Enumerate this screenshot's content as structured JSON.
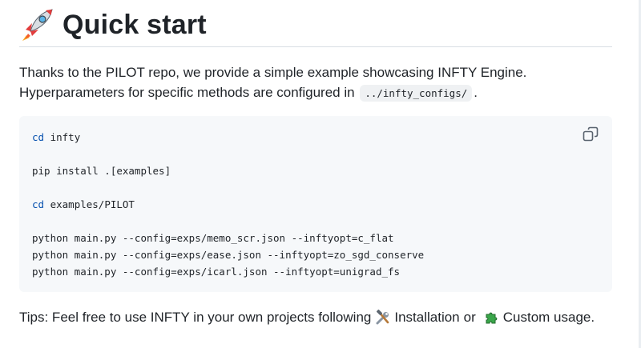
{
  "heading": {
    "title": "Quick start",
    "icon": "rocket-icon"
  },
  "intro": {
    "line1": "Thanks to the PILOT repo, we provide a simple example showcasing INFTY Engine.",
    "line2_prefix": "Hyperparameters for specific methods are configured in",
    "line2_code": "../infty_configs/",
    "line2_suffix": "."
  },
  "code": {
    "lines": [
      {
        "cmd": "cd",
        "args": " infty"
      },
      {
        "cmd": "",
        "args": "pip install .[examples]"
      },
      {
        "cmd": "cd",
        "args": " examples/PILOT"
      },
      {
        "cmd": "",
        "args": "python main.py --config=exps/memo_scr.json --inftyopt=c_flat"
      },
      {
        "cmd": "",
        "args": "python main.py --config=exps/ease.json --inftyopt=zo_sgd_conserve"
      },
      {
        "cmd": "",
        "args": "python main.py --config=exps/icarl.json --inftyopt=unigrad_fs"
      }
    ],
    "copy_icon": "copy-icon"
  },
  "tips": {
    "prefix": "Tips: Feel free to use INFTY in your own projects following",
    "link1": "Installation",
    "middle": "or",
    "link2": "Custom usage",
    "suffix": ".",
    "icon1": "hammer-wrench-icon",
    "icon2": "puzzle-piece-icon"
  },
  "colors": {
    "text": "#1f2328",
    "code_bg": "#f6f8fa",
    "keyword": "#0550ae",
    "rule": "#d8dee4"
  }
}
